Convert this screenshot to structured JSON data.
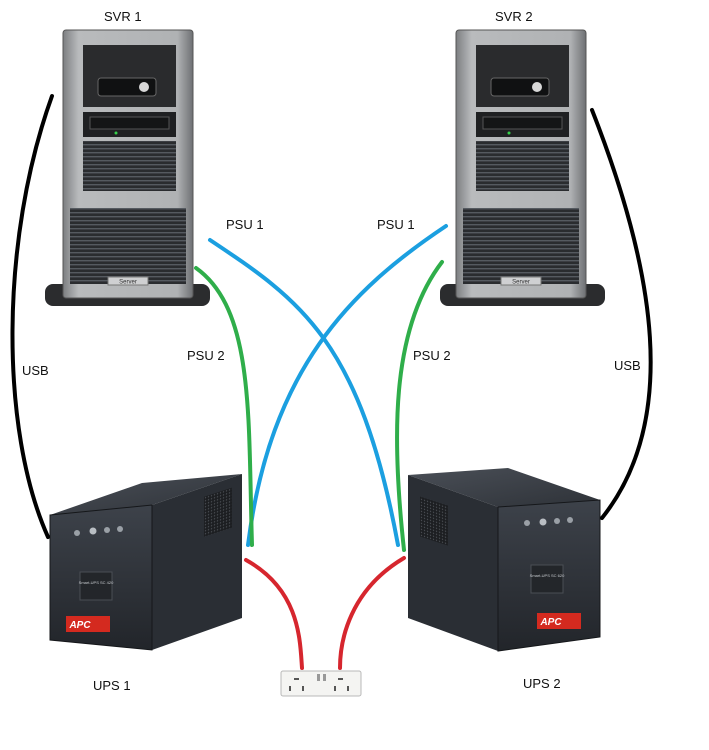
{
  "labels": {
    "server1": "SVR 1",
    "server2": "SVR 2",
    "psu1_left": "PSU 1",
    "psu1_right": "PSU 1",
    "psu2_left": "PSU 2",
    "psu2_right": "PSU 2",
    "usb_left": "USB",
    "usb_right": "USB",
    "ups1": "UPS 1",
    "ups2": "UPS 2"
  },
  "server_badge": "Server",
  "ups_brand": "APC",
  "ups1_model": "Smart-UPS SC 420",
  "ups2_model": "Smart-UPS SC 620",
  "colors": {
    "usb": "#000000",
    "psu1": "#1b9fe0",
    "psu2": "#2fae4a",
    "mains": "#d6262e",
    "ups_body": "#2c3037",
    "server_body": "#a9abad",
    "apc_red": "#d42a1f"
  }
}
